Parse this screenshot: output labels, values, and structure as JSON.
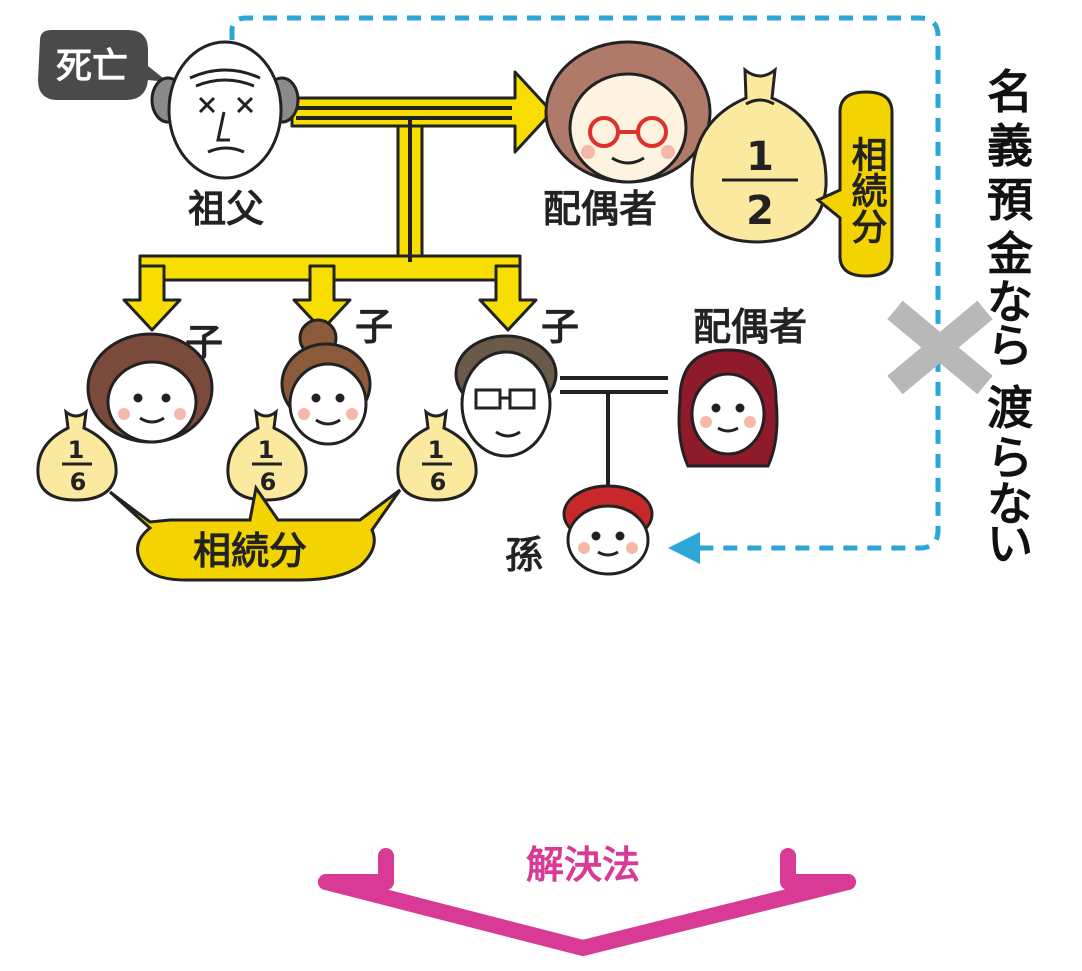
{
  "status_bubble": "死亡",
  "grandfather_label": "祖父",
  "spouse_label": "配偶者",
  "spouse_share": {
    "numerator": "1",
    "denominator": "2"
  },
  "spouse_share_note": "相続分",
  "children": [
    {
      "label": "子",
      "share": {
        "numerator": "1",
        "denominator": "6"
      }
    },
    {
      "label": "子",
      "share": {
        "numerator": "1",
        "denominator": "6"
      }
    },
    {
      "label": "子",
      "share": {
        "numerator": "1",
        "denominator": "6"
      }
    }
  ],
  "children_share_note": "相続分",
  "child_spouse_label": "配偶者",
  "grandchild_label": "孫",
  "vertical_note": [
    "名",
    "義",
    "預",
    "金",
    "な",
    "ら",
    "渡",
    "ら",
    "な",
    "い"
  ],
  "solution_label": "解決法",
  "colors": {
    "yellow_line": "#f7dd00",
    "bag": "#fbe9a0",
    "bubble": "#f3d400",
    "dashed": "#2ba6d6",
    "cross": "#b8b8b8",
    "solution": "#d83a95",
    "dark_bubble": "#4a4a4a"
  }
}
